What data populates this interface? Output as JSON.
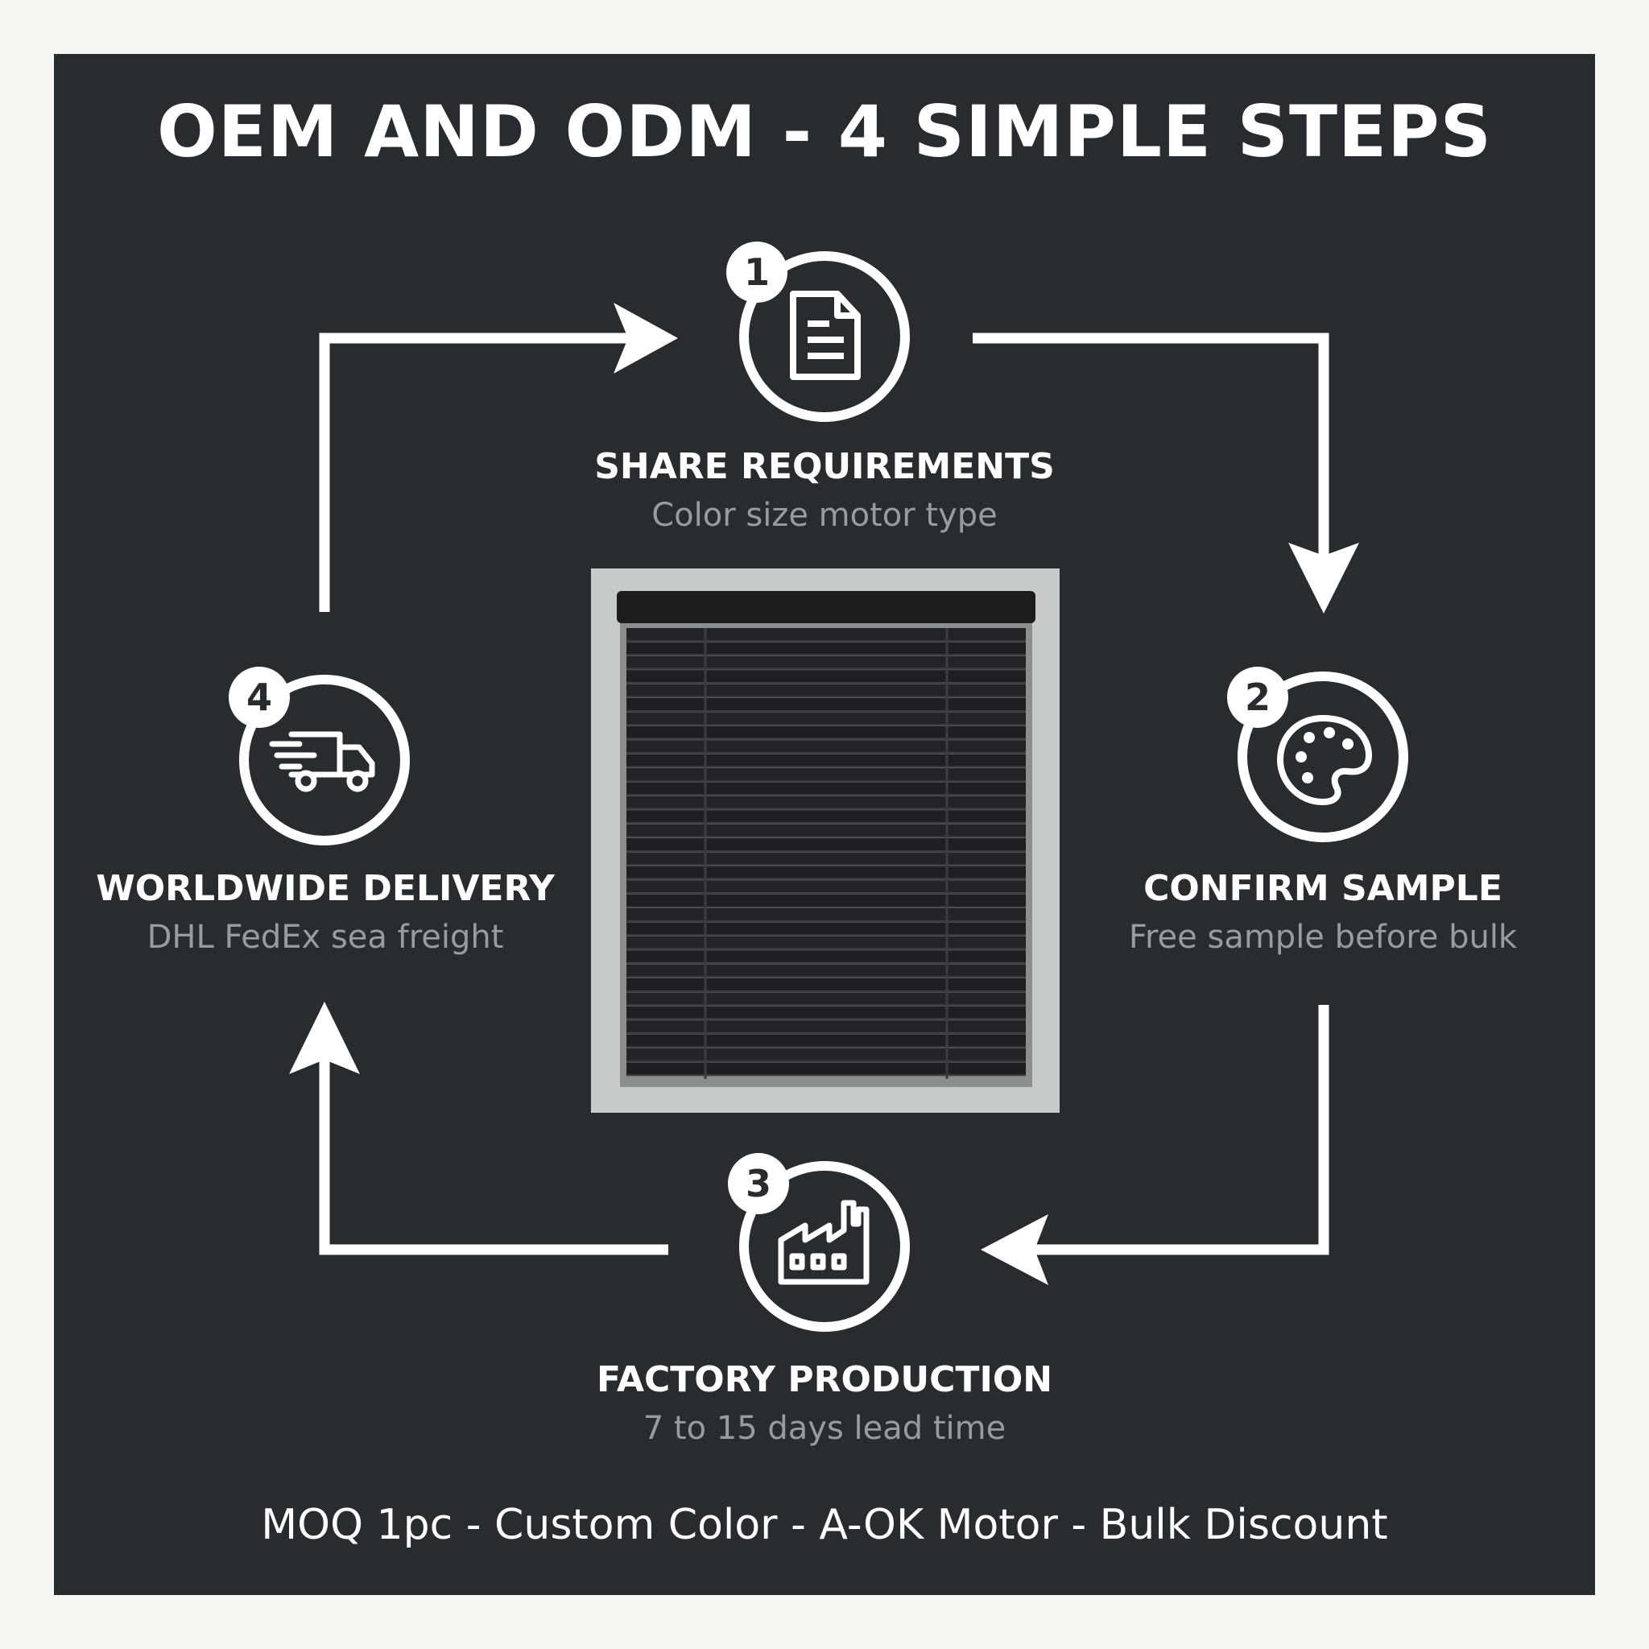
{
  "title": "OEM AND ODM - 4 SIMPLE STEPS",
  "steps": [
    {
      "number": "1",
      "title": "SHARE REQUIREMENTS",
      "subtitle": "Color size motor type",
      "icon": "document-icon"
    },
    {
      "number": "2",
      "title": "CONFIRM SAMPLE",
      "subtitle": "Free sample before bulk",
      "icon": "palette-icon"
    },
    {
      "number": "3",
      "title": "FACTORY PRODUCTION",
      "subtitle": "7 to 15 days lead time",
      "icon": "factory-icon"
    },
    {
      "number": "4",
      "title": "WORLDWIDE DELIVERY",
      "subtitle": "DHL FedEx sea freight",
      "icon": "truck-icon"
    }
  ],
  "footer": "MOQ  1pc - Custom Color - A-OK Motor - Bulk Discount",
  "colors": {
    "background": "#2a2b2f",
    "foreground": "#ffffff",
    "subtitle": "#9a9ba0",
    "frame": "#c8c9c9"
  }
}
